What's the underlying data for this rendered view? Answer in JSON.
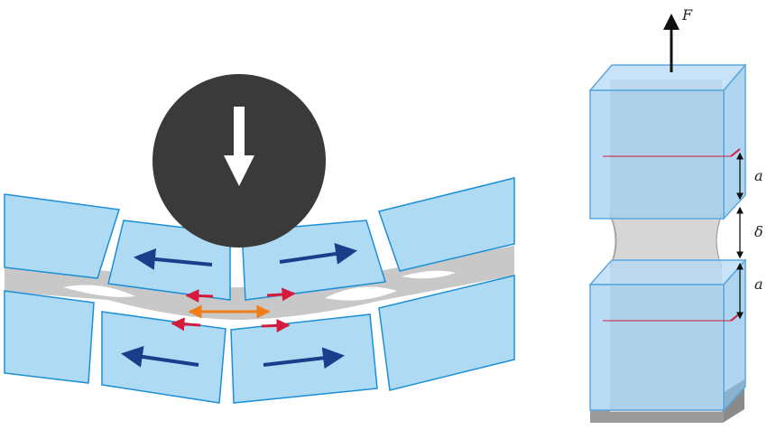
{
  "labels": {
    "force": "F",
    "gap_top": "a",
    "gap_mid": "δ",
    "gap_bottom": "a"
  },
  "colors": {
    "block_fill": "#aedaf4",
    "block_stroke": "#1c8fd6",
    "interlayer": "#c8c8c8",
    "indenter": "#3a3a3a",
    "navy_arrow": "#1a3e8a",
    "red_arrow": "#d61a3c",
    "orange_arrow": "#ef7d1a",
    "box_fill": "#9fcdf0",
    "box_stroke": "#5aa7e0",
    "specimen_gray": "#d6d6d6",
    "base_gray": "#8a8a8a"
  },
  "icons": {
    "indenter": "down-arrow-icon",
    "force": "up-arrow-icon"
  }
}
